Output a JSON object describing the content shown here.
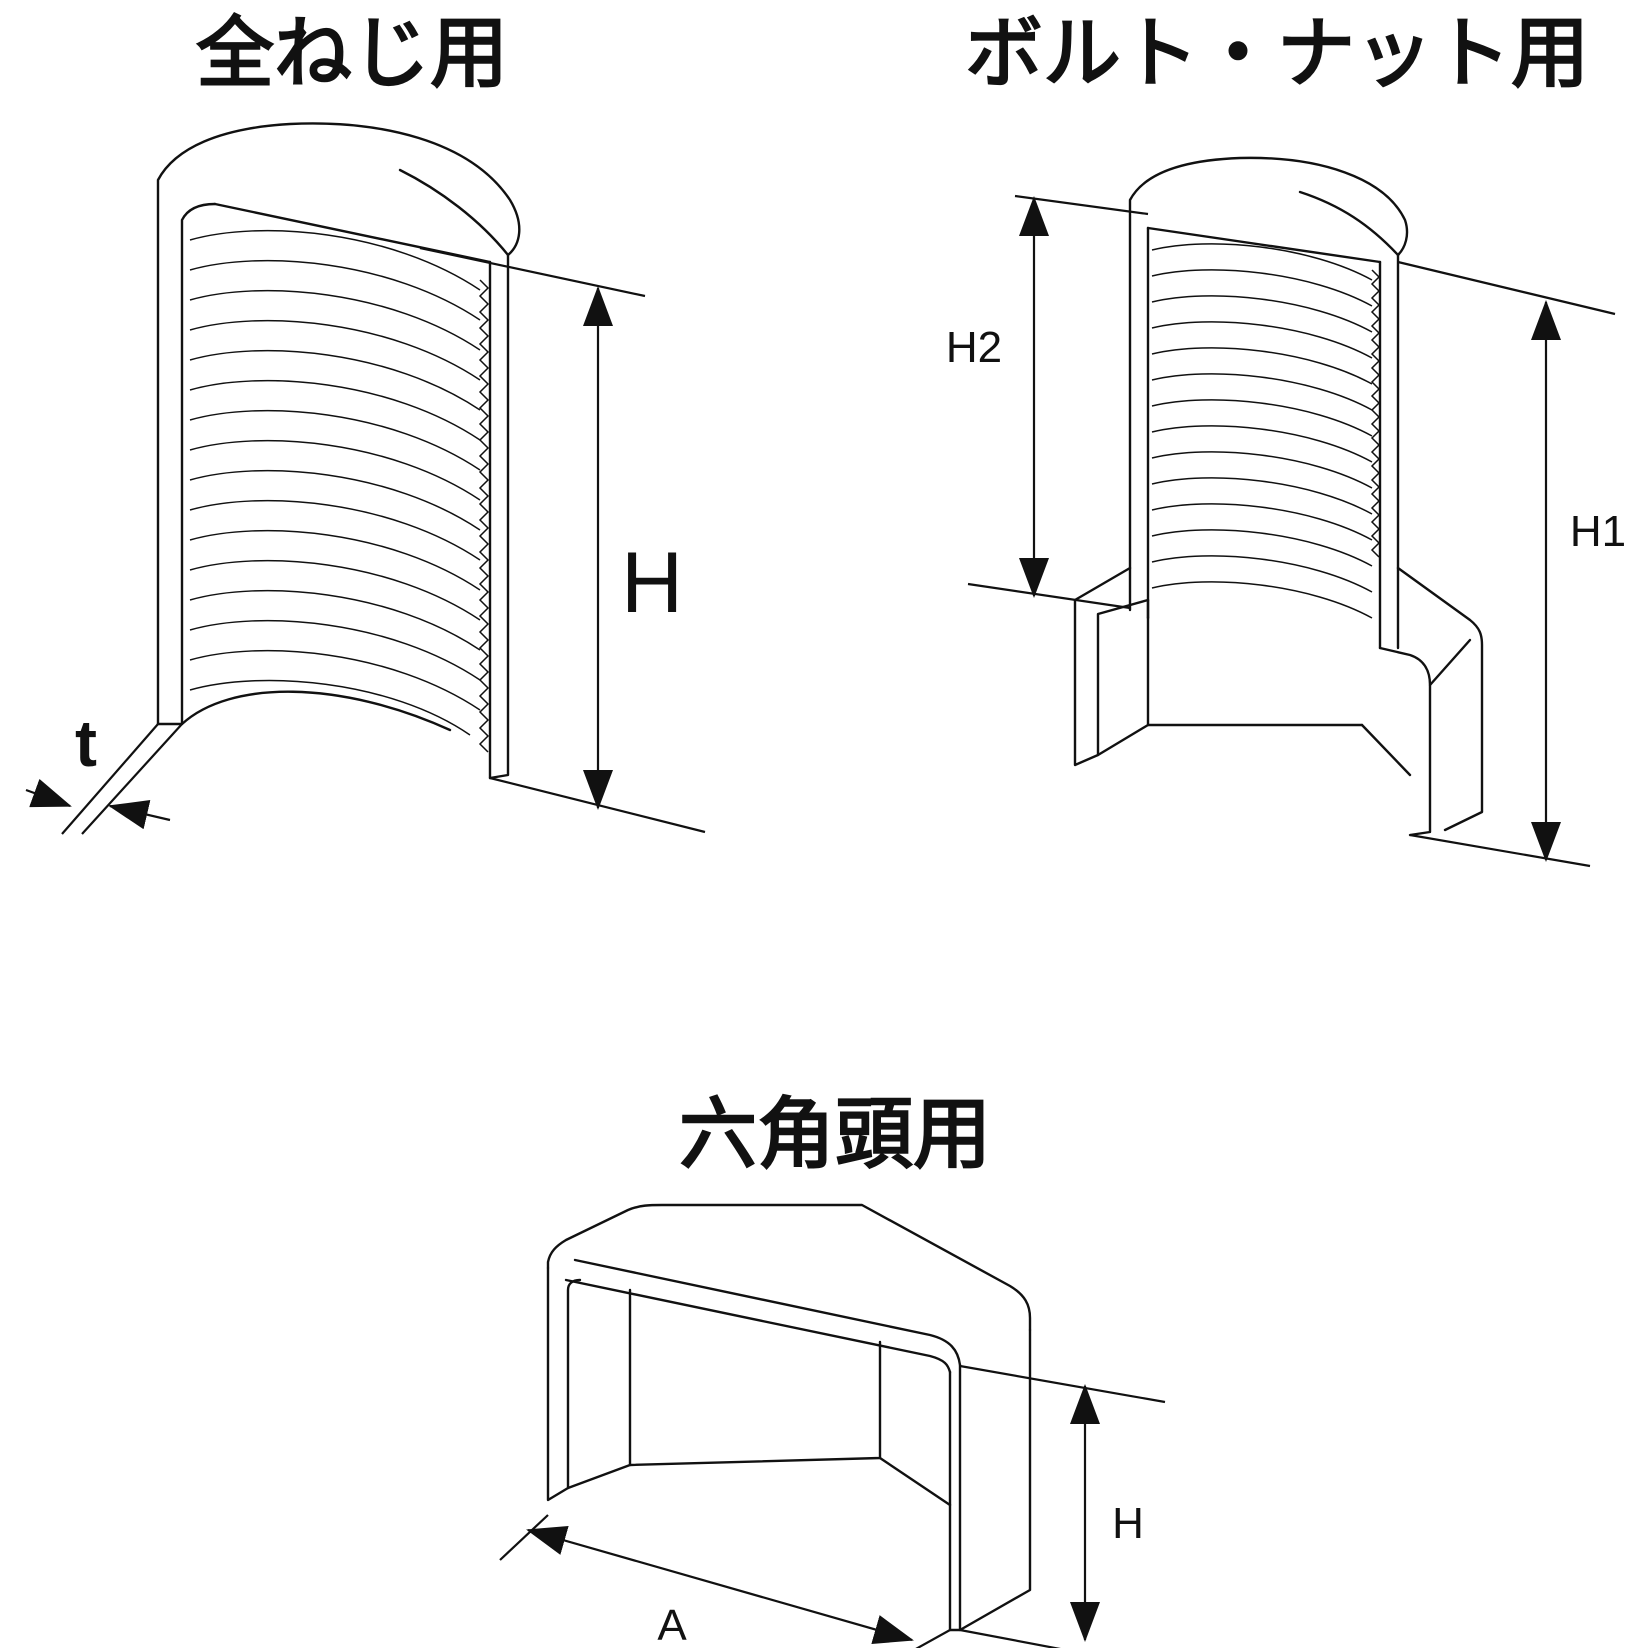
{
  "titles": {
    "full_thread": "全ねじ用",
    "bolt_nut": "ボルト・ナット用",
    "hex_head": "六角頭用"
  },
  "dimensions": {
    "full_thread_height": "H",
    "full_thread_thickness": "t",
    "bolt_nut_total_height": "H1",
    "bolt_nut_thread_height": "H2",
    "hex_height": "H",
    "hex_width": "A"
  }
}
